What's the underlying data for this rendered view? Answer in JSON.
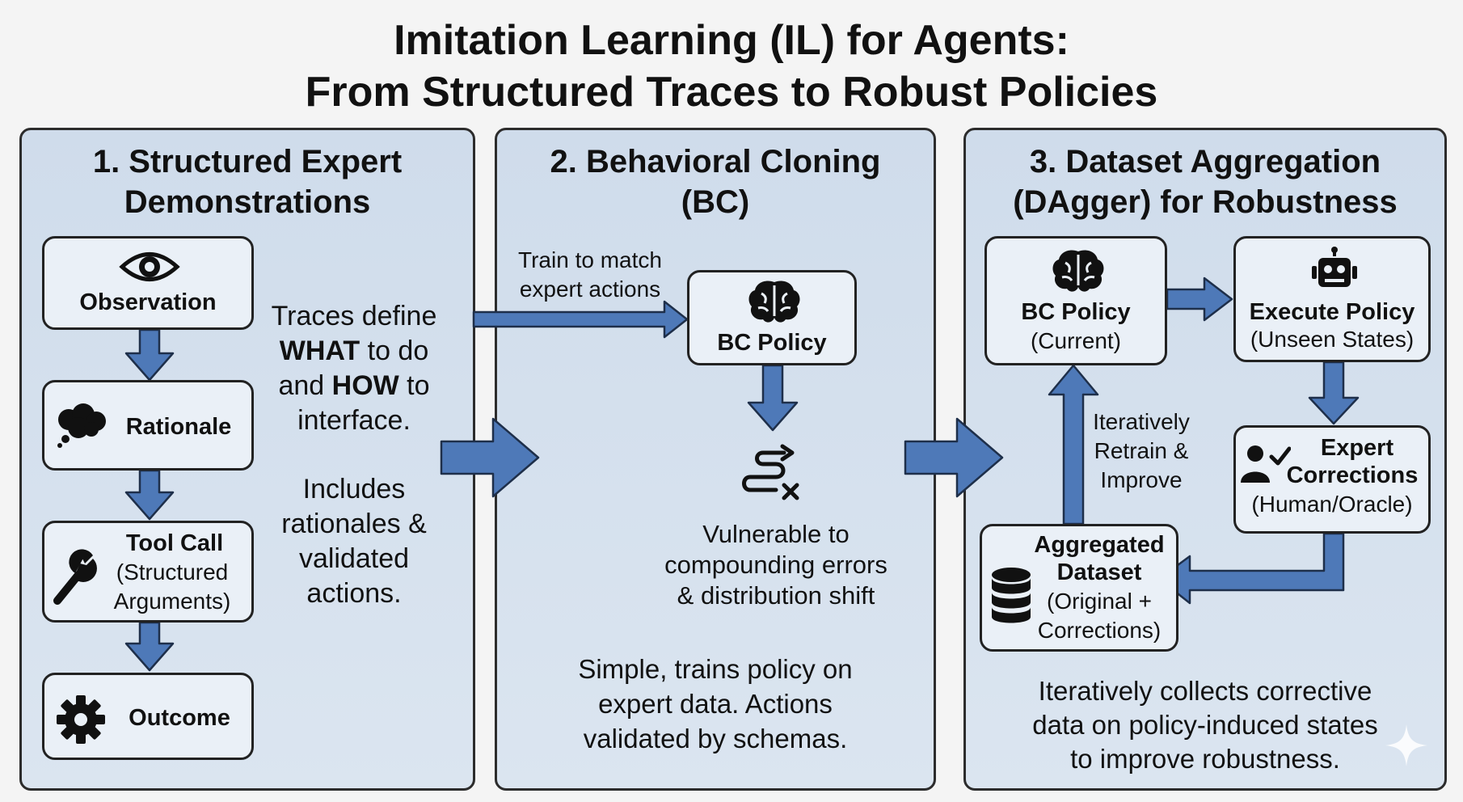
{
  "title": {
    "line1": "Imitation Learning (IL) for Agents:",
    "line2": "From Structured Traces to Robust Policies"
  },
  "panel1": {
    "title_line1": "1. Structured Expert",
    "title_line2": "Demonstrations",
    "observation": "Observation",
    "rationale": "Rationale",
    "tool_call": "Tool Call",
    "tool_call_sub1": "(Structured",
    "tool_call_sub2": "Arguments)",
    "outcome": "Outcome",
    "text1": {
      "l1": "Traces define",
      "l2_bold": "WHAT",
      "l2_rest": " to do",
      "l3_pre": "and ",
      "l3_bold": "HOW",
      "l3_rest": " to",
      "l4": "interface."
    },
    "text2": {
      "l1": "Includes",
      "l2": "rationales &",
      "l3": "validated",
      "l4": "actions."
    }
  },
  "panel2": {
    "title_line1": "2. Behavioral Cloning",
    "title_line2": "(BC)",
    "train_label_line1": "Train to match",
    "train_label_line2": "expert actions",
    "bc_policy": "BC Policy",
    "vuln_line1": "Vulnerable to",
    "vuln_line2": "compounding errors",
    "vuln_line3": "& distribution shift",
    "summary_line1": "Simple, trains policy on",
    "summary_line2": "expert data. Actions",
    "summary_line3": "validated by schemas."
  },
  "panel3": {
    "title_line1": "3. Dataset Aggregation",
    "title_line2": "(DAgger) for Robustness",
    "bc_policy": "BC Policy",
    "bc_policy_sub": "(Current)",
    "execute": "Execute Policy",
    "execute_sub": "(Unseen States)",
    "expert_line1": "Expert",
    "expert_line2": "Corrections",
    "expert_sub": "(Human/Oracle)",
    "aggregated_line1": "Aggregated",
    "aggregated_line2": "Dataset",
    "aggregated_sub1": "(Original +",
    "aggregated_sub2": "Corrections)",
    "retrain_line1": "Iteratively",
    "retrain_line2": "Retrain &",
    "retrain_line3": "Improve",
    "summary_line1": "Iteratively collects corrective",
    "summary_line2": "data on policy-induced states",
    "summary_line3": "to improve robustness."
  },
  "icons": [
    "eye-icon",
    "thought-cloud-icon",
    "wrench-icon",
    "gear-icon",
    "brain-icon",
    "error-path-icon",
    "robot-icon",
    "user-check-icon",
    "database-icon",
    "sparkle-icon"
  ],
  "colors": {
    "arrow": "#4e79b8",
    "arrow_stroke": "#1e2f4a",
    "panel": "#d3dfec",
    "box": "#eaf0f7"
  }
}
